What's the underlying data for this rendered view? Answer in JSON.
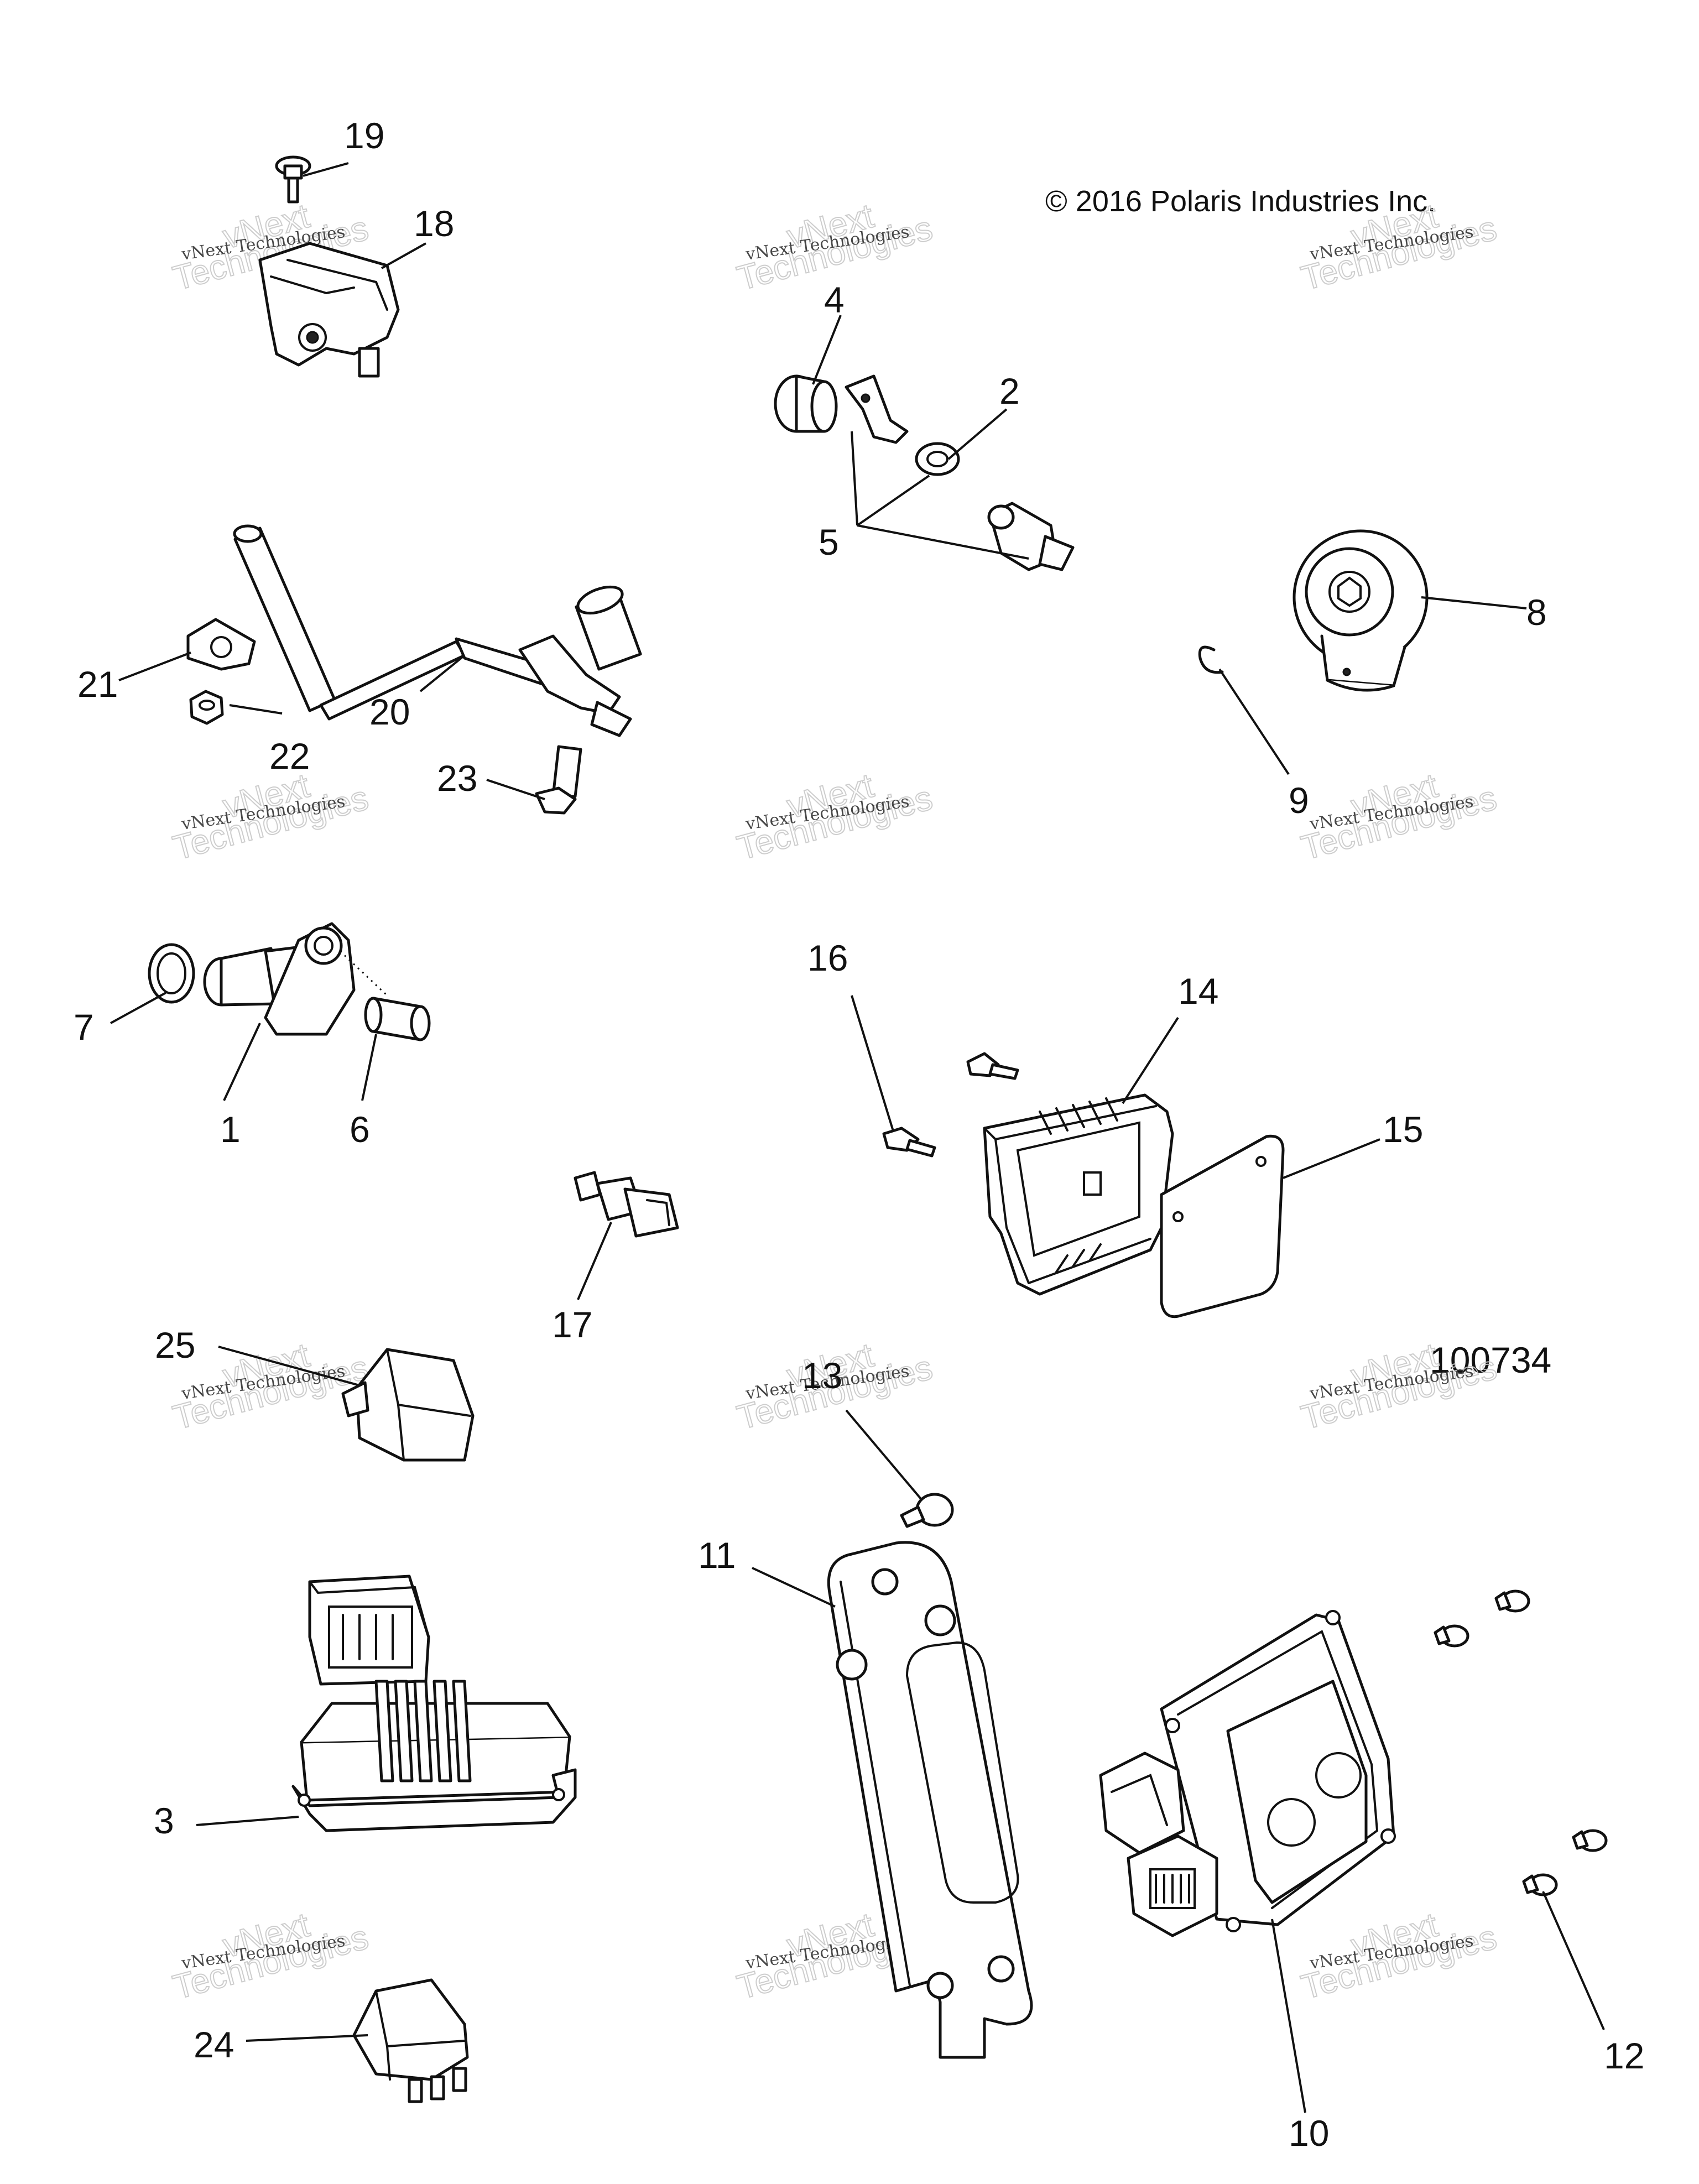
{
  "copyright": "© 2016 Polaris Industries Inc.",
  "diagram_number": "100734",
  "callouts": [
    "1",
    "2",
    "3",
    "4",
    "5",
    "6",
    "7",
    "8",
    "9",
    "10",
    "11",
    "12",
    "13",
    "14",
    "15",
    "16",
    "17",
    "18",
    "19",
    "20",
    "21",
    "22",
    "23",
    "24",
    "25"
  ],
  "watermark": {
    "line1": "vNext Technologies",
    "line2": "vNext",
    "line3": "Technologies"
  }
}
